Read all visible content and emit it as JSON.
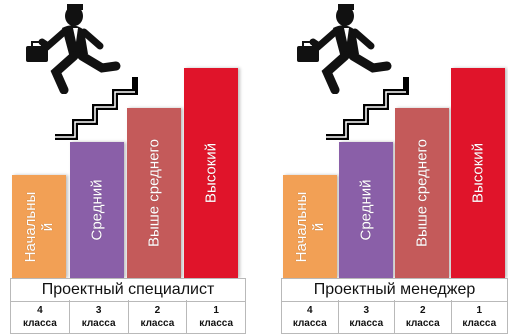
{
  "panels": [
    {
      "title": "Проектный специалист",
      "bars": [
        {
          "label": "Начальны\nй",
          "color": "#f2a055"
        },
        {
          "label": "Средний",
          "color": "#8a5fa8"
        },
        {
          "label": "Выше среднего",
          "color": "#c45a5a"
        },
        {
          "label": "Высокий",
          "color": "#e0142a"
        }
      ],
      "grades": [
        {
          "num": "4",
          "word": "класса"
        },
        {
          "num": "3",
          "word": "класса"
        },
        {
          "num": "2",
          "word": "класса"
        },
        {
          "num": "1",
          "word": "класса"
        }
      ]
    },
    {
      "title": "Проектный менеджер",
      "bars": [
        {
          "label": "Начальны\nй",
          "color": "#f2a055"
        },
        {
          "label": "Средний",
          "color": "#8a5fa8"
        },
        {
          "label": "Выше среднего",
          "color": "#c45a5a"
        },
        {
          "label": "Высокий",
          "color": "#e0142a"
        }
      ],
      "grades": [
        {
          "num": "4",
          "word": "класса"
        },
        {
          "num": "3",
          "word": "класса"
        },
        {
          "num": "2",
          "word": "класса"
        },
        {
          "num": "1",
          "word": "класса"
        }
      ]
    }
  ]
}
